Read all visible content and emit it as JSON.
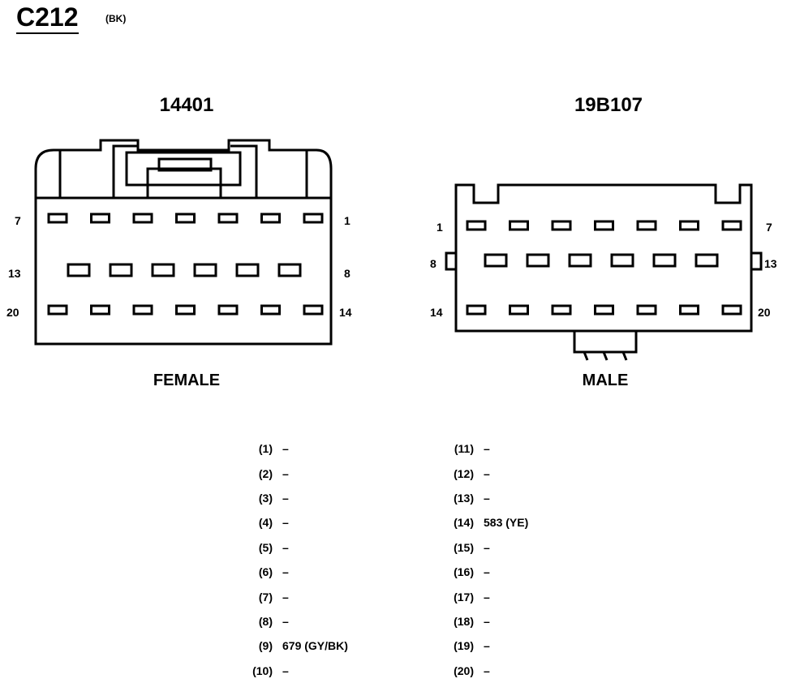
{
  "connector": {
    "id": "C212",
    "color": "(BK)"
  },
  "left": {
    "part": "14401",
    "gender": "FEMALE",
    "labels": {
      "top_left": "7",
      "top_right": "1",
      "mid_left": "13",
      "mid_right": "8",
      "bot_left": "20",
      "bot_right": "14"
    }
  },
  "right": {
    "part": "19B107",
    "gender": "MALE",
    "labels": {
      "top_left": "1",
      "top_right": "7",
      "mid_left": "8",
      "mid_right": "13",
      "bot_left": "14",
      "bot_right": "20"
    }
  },
  "pins_col1": [
    {
      "pin": "(1)",
      "circuit": "–"
    },
    {
      "pin": "(2)",
      "circuit": "–"
    },
    {
      "pin": "(3)",
      "circuit": "–"
    },
    {
      "pin": "(4)",
      "circuit": "–"
    },
    {
      "pin": "(5)",
      "circuit": "–"
    },
    {
      "pin": "(6)",
      "circuit": "–"
    },
    {
      "pin": "(7)",
      "circuit": "–"
    },
    {
      "pin": "(8)",
      "circuit": "–"
    },
    {
      "pin": "(9)",
      "circuit": "679 (GY/BK)"
    },
    {
      "pin": "(10)",
      "circuit": "–"
    }
  ],
  "pins_col2": [
    {
      "pin": "(11)",
      "circuit": "–"
    },
    {
      "pin": "(12)",
      "circuit": "–"
    },
    {
      "pin": "(13)",
      "circuit": "–"
    },
    {
      "pin": "(14)",
      "circuit": "583 (YE)"
    },
    {
      "pin": "(15)",
      "circuit": "–"
    },
    {
      "pin": "(16)",
      "circuit": "–"
    },
    {
      "pin": "(17)",
      "circuit": "–"
    },
    {
      "pin": "(18)",
      "circuit": "–"
    },
    {
      "pin": "(19)",
      "circuit": "–"
    },
    {
      "pin": "(20)",
      "circuit": "–"
    }
  ]
}
